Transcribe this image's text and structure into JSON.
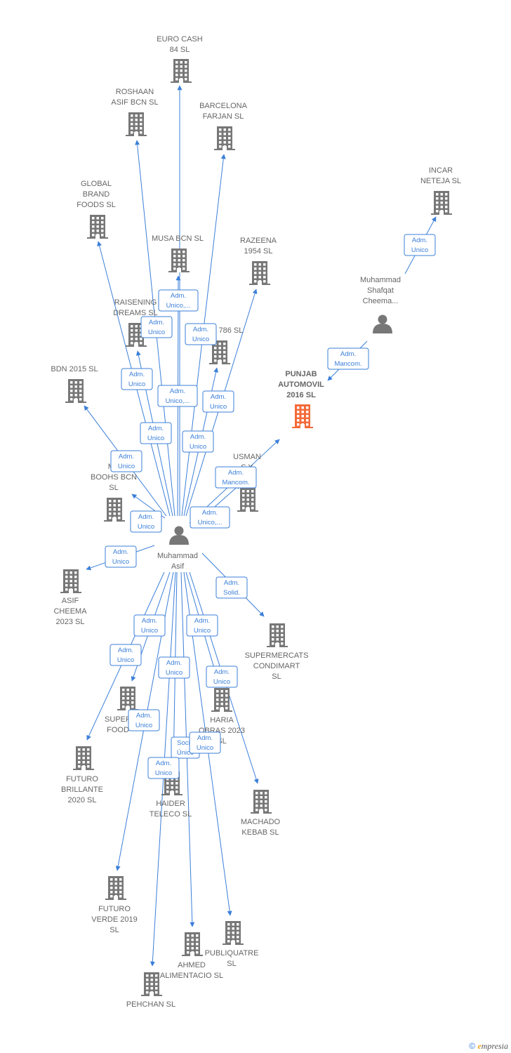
{
  "colors": {
    "edge": "#3b7fd9",
    "node": "#777777",
    "focus_node": "#f26b3a",
    "label": "#666666"
  },
  "nodes": [
    {
      "id": "center",
      "kind": "person",
      "lines": [
        "Muhammad",
        "Asif"
      ]
    },
    {
      "id": "shafqat",
      "kind": "person",
      "lines": [
        "Muhammad",
        "Shafqat",
        "Cheema..."
      ]
    },
    {
      "id": "punjab",
      "kind": "company",
      "focus": true,
      "lines": [
        "PUNJAB",
        "AUTOMOVIL",
        "2016  SL"
      ]
    },
    {
      "id": "incar",
      "kind": "company",
      "lines": [
        "INCAR",
        "NETEJA  SL"
      ]
    },
    {
      "id": "eurocash",
      "kind": "company",
      "lines": [
        "EURO CASH",
        "84  SL"
      ]
    },
    {
      "id": "roshaan",
      "kind": "company",
      "lines": [
        "ROSHAAN",
        "ASIF BCN SL"
      ]
    },
    {
      "id": "barcelona",
      "kind": "company",
      "lines": [
        "BARCELONA",
        "FARJAN  SL"
      ]
    },
    {
      "id": "global",
      "kind": "company",
      "lines": [
        "GLOBAL",
        "BRAND",
        "FOODS  SL"
      ]
    },
    {
      "id": "musa",
      "kind": "company",
      "lines": [
        "MUSA BCN  SL"
      ]
    },
    {
      "id": "razeena",
      "kind": "company",
      "lines": [
        "RAZEENA",
        "1954  SL"
      ]
    },
    {
      "id": "raisening",
      "kind": "company",
      "lines": [
        "RAISENING",
        "DREAMS  SL"
      ]
    },
    {
      "id": "s786",
      "kind": "company",
      "lines": [
        "786  SL"
      ]
    },
    {
      "id": "bdn",
      "kind": "company",
      "lines": [
        "BDN 2015  SL"
      ]
    },
    {
      "id": "usman",
      "kind": "company",
      "lines": [
        "USMAN",
        "S Y",
        "S  SL"
      ]
    },
    {
      "id": "maboohs",
      "kind": "company",
      "lines": [
        "MA",
        "BOOHS BCN",
        "SL"
      ]
    },
    {
      "id": "asifcheema",
      "kind": "company",
      "lines": [
        "ASIF",
        "CHEEMA",
        "2023  SL"
      ]
    },
    {
      "id": "supermercats",
      "kind": "company",
      "lines": [
        "SUPERMERCATS",
        "CONDIMART",
        "SL"
      ]
    },
    {
      "id": "superfood",
      "kind": "company",
      "lines": [
        "SUPER",
        "FOOD"
      ]
    },
    {
      "id": "haria",
      "kind": "company",
      "lines": [
        "HARIA",
        "OBRAS 2023",
        "SL"
      ]
    },
    {
      "id": "futurobrillante",
      "kind": "company",
      "lines": [
        "FUTURO",
        "BRILLANTE",
        "2020  SL"
      ]
    },
    {
      "id": "haider",
      "kind": "company",
      "lines": [
        "HAIDER",
        "TELECO  SL"
      ]
    },
    {
      "id": "machado",
      "kind": "company",
      "lines": [
        "MACHADO",
        "KEBAB  SL"
      ]
    },
    {
      "id": "futuroverde",
      "kind": "company",
      "lines": [
        "FUTURO",
        "VERDE 2019",
        "SL"
      ]
    },
    {
      "id": "publiquatre",
      "kind": "company",
      "lines": [
        "PUBLIQUATRE",
        "SL"
      ]
    },
    {
      "id": "ahmed",
      "kind": "company",
      "lines": [
        "AHMED",
        "ALIMENTACIO SL"
      ]
    },
    {
      "id": "pehchan",
      "kind": "company",
      "lines": [
        "PEHCHAN  SL"
      ]
    }
  ],
  "edges": [
    {
      "from": "center",
      "to": "eurocash"
    },
    {
      "from": "center",
      "to": "roshaan"
    },
    {
      "from": "center",
      "to": "barcelona"
    },
    {
      "from": "center",
      "to": "global"
    },
    {
      "from": "center",
      "to": "musa"
    },
    {
      "from": "center",
      "to": "razeena"
    },
    {
      "from": "center",
      "to": "raisening"
    },
    {
      "from": "center",
      "to": "s786"
    },
    {
      "from": "center",
      "to": "bdn"
    },
    {
      "from": "center",
      "to": "punjab"
    },
    {
      "from": "center",
      "to": "usman"
    },
    {
      "from": "center",
      "to": "maboohs"
    },
    {
      "from": "center",
      "to": "asifcheema"
    },
    {
      "from": "center",
      "to": "supermercats"
    },
    {
      "from": "center",
      "to": "superfood"
    },
    {
      "from": "center",
      "to": "futurobrillante"
    },
    {
      "from": "center",
      "to": "haria"
    },
    {
      "from": "center",
      "to": "haider"
    },
    {
      "from": "center",
      "to": "machado"
    },
    {
      "from": "center",
      "to": "futuroverde"
    },
    {
      "from": "center",
      "to": "publiquatre"
    },
    {
      "from": "center",
      "to": "ahmed"
    },
    {
      "from": "center",
      "to": "pehchan"
    },
    {
      "from": "shafqat",
      "to": "incar"
    },
    {
      "from": "shafqat",
      "to": "punjab"
    }
  ],
  "badges": [
    {
      "lines": [
        "Adm.",
        "Unico,..."
      ]
    },
    {
      "lines": [
        "Adm.",
        "Unico"
      ]
    },
    {
      "lines": [
        "Adm.",
        "Unico"
      ]
    },
    {
      "lines": [
        "Adm.",
        "Unico"
      ]
    },
    {
      "lines": [
        "Adm.",
        "Unico,..."
      ]
    },
    {
      "lines": [
        "Adm.",
        "Unico"
      ]
    },
    {
      "lines": [
        "Adm.",
        "Unico"
      ]
    },
    {
      "lines": [
        "Adm.",
        "Unico"
      ]
    },
    {
      "lines": [
        "Adm.",
        "Unico"
      ]
    },
    {
      "lines": [
        "Adm.",
        "Mancom."
      ]
    },
    {
      "lines": [
        "Adm.",
        "Unico,..."
      ]
    },
    {
      "lines": [
        "Adm.",
        "Unico"
      ]
    },
    {
      "lines": [
        "Adm.",
        "Unico"
      ]
    },
    {
      "lines": [
        "Adm.",
        "Solid."
      ]
    },
    {
      "lines": [
        "Adm.",
        "Unico"
      ]
    },
    {
      "lines": [
        "Adm.",
        "Unico"
      ]
    },
    {
      "lines": [
        "Adm.",
        "Unico"
      ]
    },
    {
      "lines": [
        "Adm.",
        "Unico"
      ]
    },
    {
      "lines": [
        "Adm.",
        "Unico"
      ]
    },
    {
      "lines": [
        "Adm.",
        "Unico"
      ]
    },
    {
      "lines": [
        "Socio",
        "Único"
      ]
    },
    {
      "lines": [
        "Adm.",
        "Unico"
      ]
    },
    {
      "lines": [
        "Adm.",
        "Unico"
      ]
    },
    {
      "lines": [
        "Adm.",
        "Unico"
      ]
    },
    {
      "lines": [
        "Adm.",
        "Mancom."
      ]
    }
  ],
  "footer": {
    "copyright": "©",
    "brand_initial": "e",
    "brand_rest": "mpresia"
  }
}
